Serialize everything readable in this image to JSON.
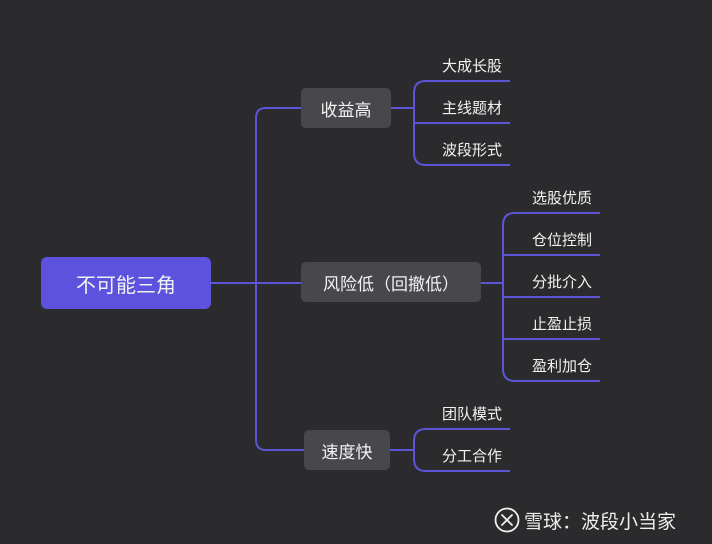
{
  "mindmap": {
    "root": "不可能三角",
    "branches": [
      {
        "label": "收益高",
        "children": [
          "大成长股",
          "主线题材",
          "波段形式"
        ]
      },
      {
        "label": "风险低（回撤低）",
        "children": [
          "选股优质",
          "仓位控制",
          "分批介入",
          "止盈止损",
          "盈利加仓"
        ]
      },
      {
        "label": "速度快",
        "children": [
          "团队模式",
          "分工合作"
        ]
      }
    ]
  },
  "watermark": {
    "text": "雪球：波段小当家"
  },
  "colors": {
    "background": "#2b2b2d",
    "root_fill": "#5c52dd",
    "branch_fill": "#48484c",
    "connector": "#5b54d6",
    "text": "#f2f2f2"
  }
}
